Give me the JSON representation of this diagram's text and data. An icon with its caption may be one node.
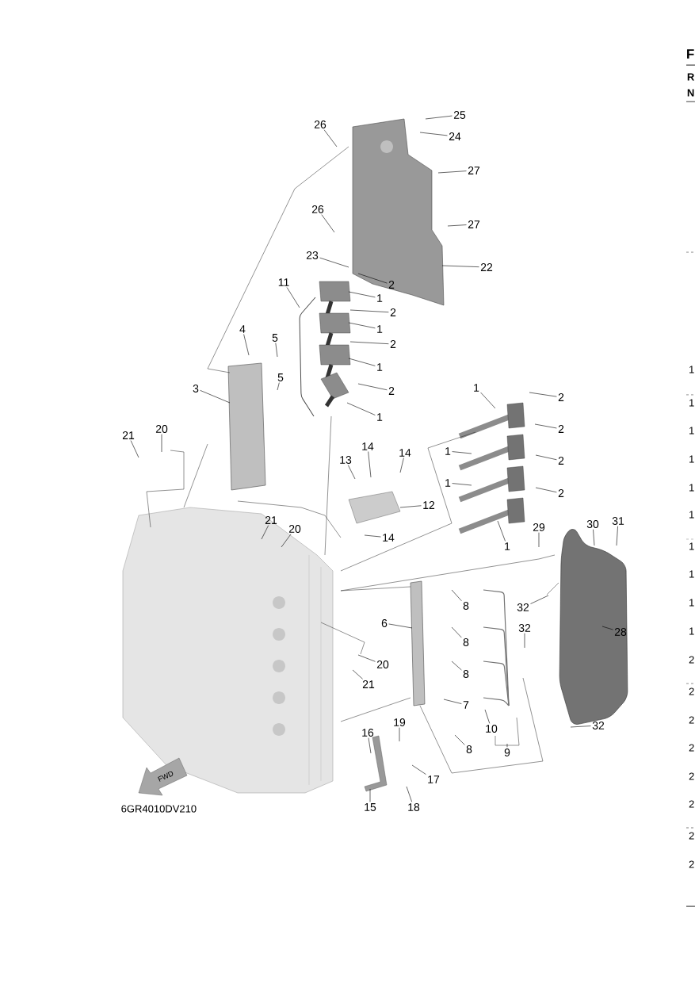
{
  "diagram": {
    "nodes": [
      {
        "text": [
          "26"
        ]
      },
      {
        "text": [
          "25"
        ]
      },
      {
        "text": [
          "24"
        ]
      },
      {
        "text": [
          "27"
        ]
      },
      {
        "text": [
          "26"
        ]
      },
      {
        "text": [
          "27"
        ]
      },
      {
        "text": [
          "23"
        ]
      },
      {
        "text": [
          "22"
        ]
      },
      {
        "text": [
          "2"
        ]
      },
      {
        "text": [
          "1"
        ]
      },
      {
        "text": [
          "11"
        ]
      },
      {
        "text": [
          "2"
        ]
      },
      {
        "text": [
          "1"
        ]
      },
      {
        "text": [
          "2"
        ]
      },
      {
        "text": [
          "1"
        ]
      },
      {
        "text": [
          "4"
        ]
      },
      {
        "text": [
          "5"
        ]
      },
      {
        "text": [
          "5"
        ]
      },
      {
        "text": [
          "3"
        ]
      },
      {
        "text": [
          "2"
        ]
      },
      {
        "text": [
          "1"
        ]
      },
      {
        "text": [
          "1"
        ]
      },
      {
        "text": [
          "2"
        ]
      },
      {
        "text": [
          "20"
        ]
      },
      {
        "text": [
          "21"
        ]
      },
      {
        "text": [
          "2"
        ]
      },
      {
        "text": [
          "14"
        ]
      },
      {
        "text": [
          "14"
        ]
      },
      {
        "text": [
          "13"
        ]
      },
      {
        "text": [
          "1"
        ]
      },
      {
        "text": [
          "2"
        ]
      },
      {
        "text": [
          "1"
        ]
      },
      {
        "text": [
          "2"
        ]
      },
      {
        "text": [
          "12"
        ]
      },
      {
        "text": [
          "21"
        ]
      },
      {
        "text": [
          "20"
        ]
      },
      {
        "text": [
          "29"
        ]
      },
      {
        "text": [
          "30"
        ]
      },
      {
        "text": [
          "31"
        ]
      },
      {
        "text": [
          "14"
        ]
      },
      {
        "text": [
          "1"
        ]
      },
      {
        "text": [
          "32"
        ]
      },
      {
        "text": [
          "28"
        ]
      },
      {
        "text": [
          "6"
        ]
      },
      {
        "text": [
          "8"
        ]
      },
      {
        "text": [
          "8"
        ]
      },
      {
        "text": [
          "32"
        ]
      },
      {
        "text": [
          "20"
        ]
      },
      {
        "text": [
          "8"
        ]
      },
      {
        "text": [
          "21"
        ]
      },
      {
        "text": [
          "7"
        ]
      },
      {
        "text": [
          "32"
        ]
      },
      {
        "text": [
          "10"
        ]
      },
      {
        "text": [
          "19"
        ]
      },
      {
        "text": [
          "16"
        ]
      },
      {
        "text": [
          "9"
        ]
      },
      {
        "text": [
          "8"
        ]
      },
      {
        "text": [
          "17"
        ]
      },
      {
        "text": [
          "15"
        ]
      },
      {
        "text": [
          "18"
        ]
      }
    ],
    "edges": [
      {
        "from": 0,
        "to": null,
        "arrow": "none"
      },
      {
        "from": 1,
        "to": null,
        "arrow": "none"
      },
      {
        "from": 2,
        "to": null,
        "arrow": "none"
      },
      {
        "from": 3,
        "to": null,
        "arrow": "none"
      },
      {
        "from": 4,
        "to": null,
        "arrow": "none"
      },
      {
        "from": 5,
        "to": null,
        "arrow": "none"
      },
      {
        "from": 6,
        "to": null,
        "arrow": "none"
      },
      {
        "from": 7,
        "to": null,
        "arrow": "none"
      },
      {
        "from": 8,
        "to": null,
        "arrow": "none"
      },
      {
        "from": 9,
        "to": null,
        "arrow": "none"
      },
      {
        "from": 10,
        "to": null,
        "arrow": "none"
      },
      {
        "from": 11,
        "to": null,
        "arrow": "none"
      },
      {
        "from": 12,
        "to": null,
        "arrow": "none"
      },
      {
        "from": 13,
        "to": null,
        "arrow": "none"
      },
      {
        "from": 14,
        "to": null,
        "arrow": "none"
      },
      {
        "from": 15,
        "to": null,
        "arrow": "none"
      },
      {
        "from": 16,
        "to": null,
        "arrow": "none"
      },
      {
        "from": 17,
        "to": null,
        "arrow": "none"
      },
      {
        "from": 18,
        "to": null,
        "arrow": "none"
      },
      {
        "from": 19,
        "to": null,
        "arrow": "none"
      },
      {
        "from": 20,
        "to": null,
        "arrow": "none"
      },
      {
        "from": 21,
        "to": null,
        "arrow": "none"
      },
      {
        "from": 22,
        "to": null,
        "arrow": "none"
      },
      {
        "from": 23,
        "to": null,
        "arrow": "none"
      },
      {
        "from": 24,
        "to": null,
        "arrow": "none"
      },
      {
        "from": 25,
        "to": null,
        "arrow": "none"
      },
      {
        "from": 26,
        "to": null,
        "arrow": "none"
      },
      {
        "from": 27,
        "to": null,
        "arrow": "none"
      },
      {
        "from": 28,
        "to": null,
        "arrow": "none"
      },
      {
        "from": 29,
        "to": null,
        "arrow": "none"
      },
      {
        "from": 30,
        "to": null,
        "arrow": "none"
      },
      {
        "from": 31,
        "to": null,
        "arrow": "none"
      },
      {
        "from": 32,
        "to": null,
        "arrow": "none"
      },
      {
        "from": 33,
        "to": null,
        "arrow": "none"
      },
      {
        "from": 34,
        "to": null,
        "arrow": "none"
      },
      {
        "from": 35,
        "to": null,
        "arrow": "none"
      },
      {
        "from": 36,
        "to": null,
        "arrow": "none"
      },
      {
        "from": 37,
        "to": null,
        "arrow": "none"
      },
      {
        "from": 38,
        "to": null,
        "arrow": "none"
      },
      {
        "from": 39,
        "to": null,
        "arrow": "none"
      },
      {
        "from": 40,
        "to": null,
        "arrow": "none"
      },
      {
        "from": 41,
        "to": null,
        "arrow": "none"
      },
      {
        "from": 42,
        "to": null,
        "arrow": "none"
      },
      {
        "from": 43,
        "to": null,
        "arrow": "none"
      },
      {
        "from": 44,
        "to": null,
        "arrow": "none"
      },
      {
        "from": 45,
        "to": null,
        "arrow": "none"
      },
      {
        "from": 46,
        "to": null,
        "arrow": "none"
      },
      {
        "from": 47,
        "to": null,
        "arrow": "none"
      },
      {
        "from": 48,
        "to": null,
        "arrow": "none"
      },
      {
        "from": 49,
        "to": null,
        "arrow": "none"
      },
      {
        "from": 50,
        "to": null,
        "arrow": "none"
      },
      {
        "from": 51,
        "to": null,
        "arrow": "none"
      },
      {
        "from": 52,
        "to": null,
        "arrow": "none"
      },
      {
        "from": 53,
        "to": null,
        "arrow": "none"
      },
      {
        "from": 54,
        "to": null,
        "arrow": "none"
      },
      {
        "from": 55,
        "to": null,
        "arrow": "none"
      },
      {
        "from": 56,
        "to": null,
        "arrow": "none"
      },
      {
        "from": 57,
        "to": null,
        "arrow": "none"
      },
      {
        "from": 58,
        "to": null,
        "arrow": "none"
      },
      {
        "from": 59,
        "to": null,
        "arrow": "none"
      }
    ],
    "labels": [
      "FWD",
      "6GR4010DV210",
      "F",
      "R",
      "N",
      "1",
      "1",
      "1",
      "1",
      "1",
      "1",
      "1",
      "1",
      "1",
      "1",
      "2",
      "2",
      "2",
      "2",
      "2",
      "2",
      "2",
      "2"
    ]
  }
}
